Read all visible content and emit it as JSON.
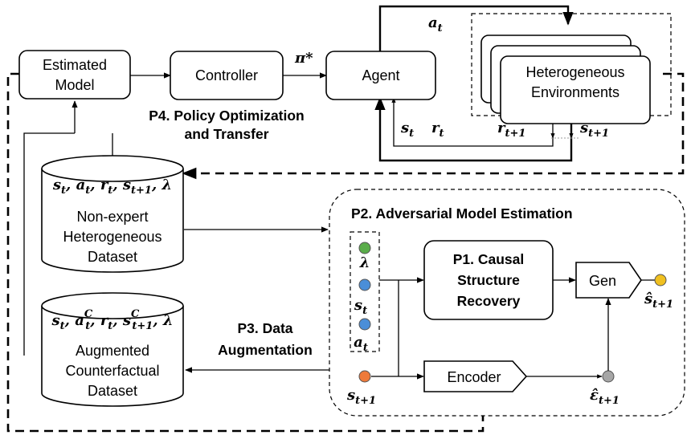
{
  "nodes": {
    "estimated_model": [
      "Estimated",
      "Model"
    ],
    "controller": "Controller",
    "agent": "Agent",
    "environments": [
      "Heterogeneous",
      "Environments"
    ],
    "causal": [
      "P1. Causal",
      "Structure",
      "Recovery"
    ],
    "gen": "Gen",
    "encoder": "Encoder",
    "dataset1": [
      "Non-expert",
      "Heterogeneous",
      "Dataset"
    ],
    "dataset2": [
      "Augmented",
      "Counterfactual",
      "Dataset"
    ]
  },
  "stages": {
    "p4": [
      "P4. Policy Optimization",
      "and Transfer"
    ],
    "p2": "P2. Adversarial Model Estimation",
    "p3": [
      "P3. Data",
      "Augmentation"
    ]
  },
  "symbols": {
    "pi_star": "π*",
    "lambda": "λ",
    "s": "s",
    "a": "a",
    "r": "r",
    "sub_t": "t",
    "sub_t1": "t+1",
    "sup_c": "C",
    "s_hat": "ŝ",
    "eps_hat": "ε̂",
    "tuple1": "s, a, r, s, λ",
    "tuple2": "s, a, r, s, λ"
  },
  "colors": {
    "lambda_dot": "#5aad4a",
    "state_dot": "#4a8ed8",
    "action_dot": "#4a8ed8",
    "next_state_dot": "#ee7a3a",
    "output_dot": "#f0c020",
    "noise_dot": "#a6a6a6"
  }
}
